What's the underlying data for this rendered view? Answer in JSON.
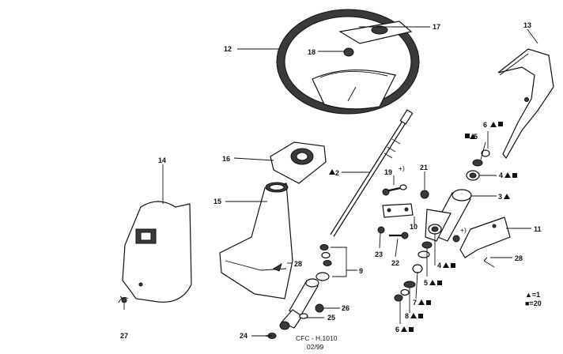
{
  "labels": {
    "l12": "12",
    "l17": "17",
    "l18": "18",
    "l13": "13",
    "l14": "14",
    "l16": "16",
    "l15": "15",
    "l2": "2",
    "l19": "19",
    "l21": "21",
    "l6a": "6",
    "l5a": "5",
    "l4a": "4",
    "l3": "3",
    "l10": "10",
    "l11": "11",
    "l28a": "28",
    "l28b": "28",
    "l23": "23",
    "l22": "22",
    "l9": "9",
    "l4b": "4",
    "l5b": "5",
    "l7": "7",
    "l8": "8",
    "l6b": "6",
    "l26": "26",
    "l25": "25",
    "l24": "24",
    "l27": "27",
    "plus1": "+)",
    "plus2": "+)"
  },
  "legend": {
    "triangle": "▲=1",
    "square": "■=20"
  },
  "footer": {
    "code": "CFC - H.1010",
    "date": "02/99"
  }
}
